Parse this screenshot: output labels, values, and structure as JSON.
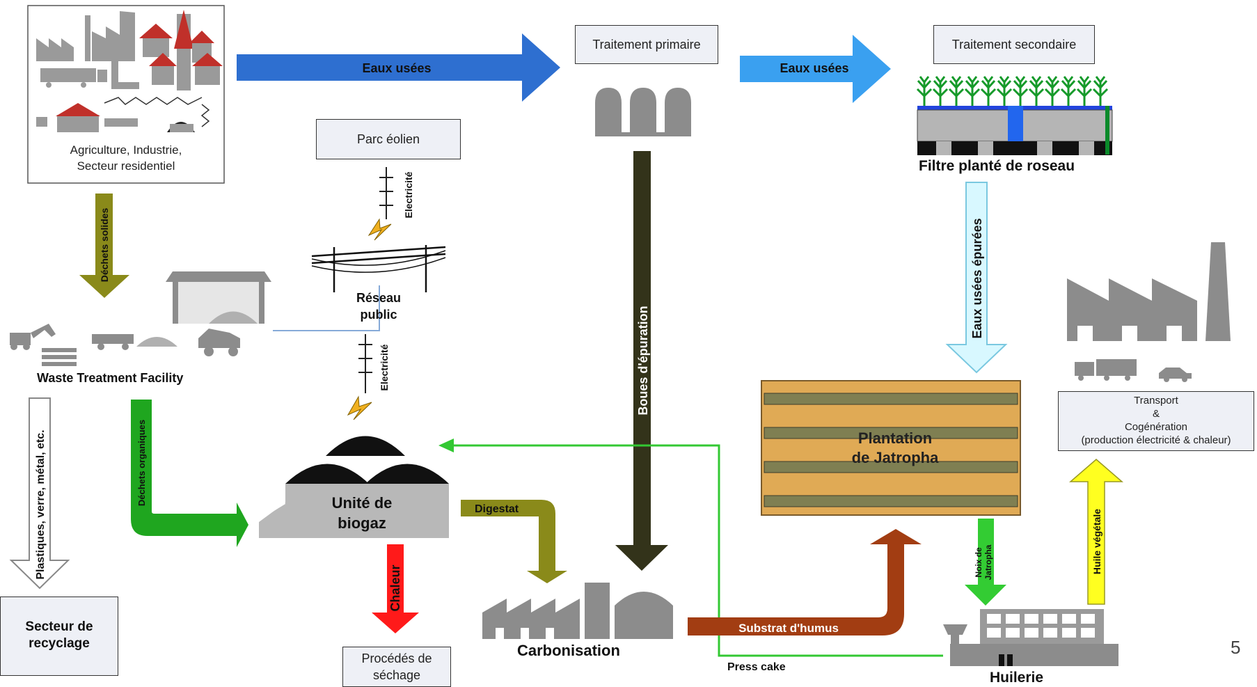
{
  "sources": {
    "line1": "Agriculture, Industrie,",
    "line2": "Secteur residentiel"
  },
  "boxes": {
    "primary": "Traitement primaire",
    "secondary": "Traitement secondaire",
    "wind_park": "Parc éolien",
    "transport": {
      "line1": "Transport",
      "line2": "&",
      "line3": "Cogénération",
      "line4": "(production électricité & chaleur)"
    },
    "recycling": {
      "line1": "Secteur de",
      "line2": "recyclage"
    },
    "drying": {
      "line1": "Procédés de",
      "line2": "séchage"
    }
  },
  "labels": {
    "reed_filter": "Filtre planté de roseau",
    "waste_facility": "Waste Treatment Facility",
    "grid": {
      "line1": "Réseau",
      "line2": "public"
    },
    "biogas": {
      "line1": "Unité de",
      "line2": "biogaz"
    },
    "plantation": {
      "line1": "Plantation",
      "line2": "de Jatropha"
    },
    "carbonisation": "Carbonisation",
    "oil_mill": "Huilerie",
    "page_number": "5"
  },
  "flows": {
    "wastewater_1": "Eaux usées",
    "wastewater_2": "Eaux usées",
    "solid_waste": "Déchets solides",
    "electricity_1": "Electricité",
    "electricity_2": "Electricité",
    "sludge": "Boues d'épuration",
    "treated_water": "Eaux usées épurées",
    "plastics": "Plastiques, verre, métal, etc.",
    "organic_waste": "Déchets organiques",
    "digestate": "Digestat",
    "heat": "Chaleur",
    "humus": "Substrat d'humus",
    "press_cake": "Press cake",
    "nuts": {
      "line1": "Noix de",
      "line2": "Jatropha"
    },
    "veg_oil": "Huile végétale"
  },
  "colors": {
    "blue_arrow": "#2e6fd0",
    "light_blue_arrow": "#3aa0f0",
    "olive": "#8a8a1a",
    "dark_olive": "#33331a",
    "green": "#1fa61f",
    "red": "#ff1a1a",
    "brown": "#a23d12",
    "yellow": "#ffff20",
    "plantation": "#e0aa55",
    "grey": "#8c8c8c"
  }
}
